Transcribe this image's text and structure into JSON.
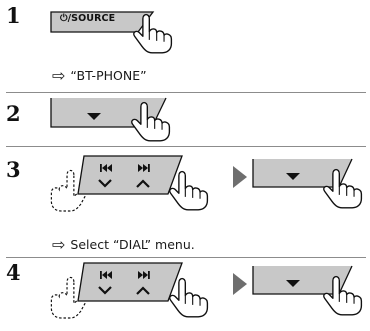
{
  "steps": [
    {
      "number": "1",
      "button_label": "⏻/SOURCE",
      "note": "“BT-PHONE”",
      "note_arrow": "⇨"
    },
    {
      "number": "2"
    },
    {
      "number": "3",
      "note": "Select “DIAL” menu.",
      "note_arrow": "⇨"
    },
    {
      "number": "4"
    }
  ],
  "icons": {
    "hand": "pointing-hand-icon",
    "prev": "skip-previous-icon",
    "next": "skip-next-icon",
    "down": "down-arrow-icon",
    "up": "up-arrow-icon",
    "then": "right-triangle-icon"
  },
  "colors": {
    "button_fill": "#c8c8c8",
    "rule": "#8c8c8c",
    "text": "#111111"
  }
}
